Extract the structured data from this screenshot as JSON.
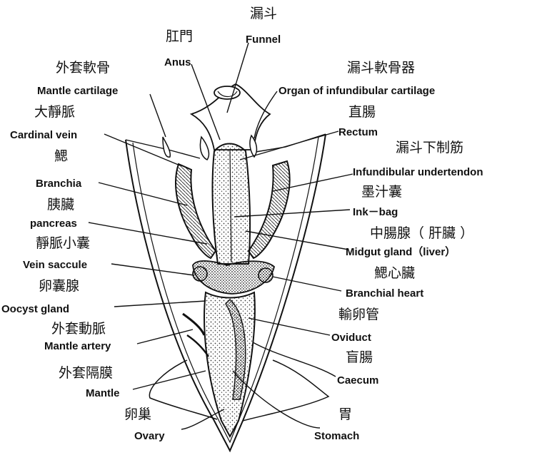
{
  "colors": {
    "ink": "#111111",
    "paper": "#ffffff",
    "stipple": "#3a3a3a"
  },
  "labels": {
    "funnel_zh": "漏斗",
    "funnel_en": "Funnel",
    "anus_zh": "肛門",
    "anus_en": "Anus",
    "mantle_cartilage_zh": "外套軟骨",
    "mantle_cartilage_en": "Mantle cartilage",
    "funnel_cartilage_zh": "漏斗軟骨器",
    "funnel_cartilage_en": "Organ of infundibular cartilage",
    "cardinal_vein_zh": "大靜脈",
    "cardinal_vein_en": "Cardinal vein",
    "rectum_zh": "直腸",
    "rectum_en": "Rectum",
    "funnel_tendon_zh": "漏斗下制筋",
    "funnel_tendon_en": "Infundibular undertendon",
    "branchia_zh": "鰓",
    "branchia_en": "Branchia",
    "ink_bag_zh": "墨汁囊",
    "ink_bag_en": "Ink－bag",
    "pancreas_zh": "胰臟",
    "pancreas_en": "pancreas",
    "midgut_zh": "中腸腺（ 肝臟 ）",
    "midgut_en": "Midgut gland（liver）",
    "vein_saccule_zh": "靜脈小囊",
    "vein_saccule_en": "Vein saccule",
    "branchial_heart_zh": "鰓心臟",
    "branchial_heart_en": "Branchial heart",
    "oocyst_zh": "卵囊腺",
    "oocyst_en": "Oocyst gland",
    "oviduct_zh": "輸卵管",
    "oviduct_en": "Oviduct",
    "mantle_artery_zh": "外套動脈",
    "mantle_artery_en": "Mantle artery",
    "caecum_zh": "盲腸",
    "caecum_en": "Caecum",
    "mantle_zh": "外套隔膜",
    "mantle_en": "Mantle",
    "ovary_zh": "卵巢",
    "ovary_en": "Ovary",
    "stomach_zh": "胃",
    "stomach_en": "Stomach"
  }
}
